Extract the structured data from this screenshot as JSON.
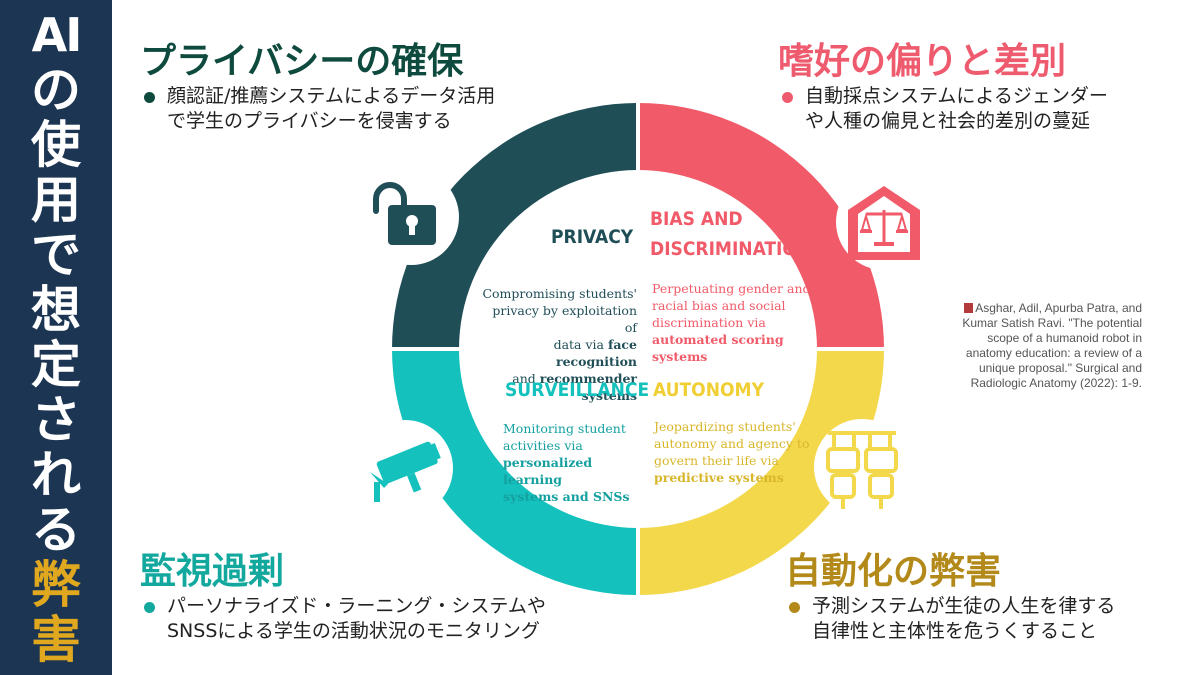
{
  "sidebar": {
    "title_chars": [
      "AI",
      "の",
      "使",
      "用",
      "で",
      "想",
      "定",
      "さ",
      "れ",
      "る"
    ],
    "highlight_chars": [
      "弊",
      "害"
    ]
  },
  "privacy_panel": {
    "title": "プライバシーの確保",
    "line1": "顔認証/推薦システムによるデータ活用",
    "line2": "で学生のプライバシーを侵害する",
    "color": "#0e4a3d"
  },
  "bias_panel": {
    "title": "嗜好の偏りと差別",
    "line1": "自動採点システムによるジェンダー",
    "line2": "や人種の偏見と社会的差別の蔓延",
    "color": "#ef5b6e"
  },
  "surveillance_panel": {
    "title": "監視過剰",
    "line1": "パーソナライズド・ラーニング・システムや",
    "line2": "SNSSによる学生の活動状況のモニタリング",
    "color": "#13a89e"
  },
  "autonomy_panel": {
    "title": "自動化の弊害",
    "line1": "予測システムが生徒の人生を律する",
    "line2": "自律性と主体性を危うくすること",
    "color": "#b38a1a"
  },
  "diagram": {
    "privacy": {
      "title": "PRIVACY",
      "desc1": "Compromising students'",
      "desc2": "privacy by exploitation of",
      "desc3a": "data via ",
      "desc3b": "face recognition",
      "desc4a": "and ",
      "desc4b": "recommender systems",
      "color": "#1f4e57",
      "icon": "unlocked-padlock-icon"
    },
    "bias": {
      "title1": "BIAS AND",
      "title2": "DISCRIMINATION",
      "desc1": "Perpetuating  gender and",
      "desc2": "racial bias and social",
      "desc3": "discrimination via",
      "desc4": "automated scoring systems",
      "color": "#f15a68",
      "icon": "scales-of-justice-icon"
    },
    "surveillance": {
      "title": "SURVEILLANCE",
      "desc1": "Monitoring  student",
      "desc2": "activities via",
      "desc3": "personalized learning",
      "desc4": "systems and SNSs",
      "color": "#15c1bd",
      "icon": "security-camera-icon"
    },
    "autonomy": {
      "title": "AUTONOMY",
      "desc1": "Jeopardizing students'",
      "desc2": "autonomy and agency to",
      "desc3": "govern their life via",
      "desc4": "predictive systems",
      "color": "#f4d84c",
      "icon": "puppet-strings-icon"
    }
  },
  "citation": {
    "line1": "Asghar, Adil, Apurba Patra, and",
    "line2": "Kumar Satish Ravi. \"The potential",
    "line3": "scope of a humanoid robot in",
    "line4": "anatomy education: a review of a",
    "line5": "unique proposal.\" Surgical and",
    "line6": "Radiologic Anatomy (2022): 1-9."
  }
}
